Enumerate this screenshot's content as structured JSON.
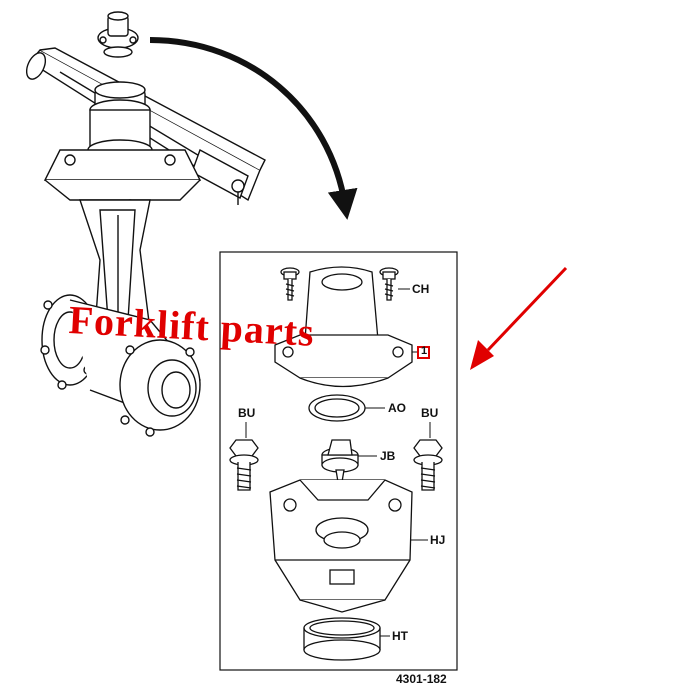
{
  "watermark": "Forklift  parts",
  "figure_number": "4301-182",
  "callouts": {
    "ch": "CH",
    "ao": "AO",
    "bu_left": "BU",
    "bu_right": "BU",
    "jb": "JB",
    "hj": "HJ",
    "ht": "HT"
  },
  "highlight": {
    "mark": "1",
    "color": "#e00000"
  },
  "colors": {
    "line": "#111111",
    "watermark": "#e00000",
    "pointer_arrow": "#e00000"
  }
}
